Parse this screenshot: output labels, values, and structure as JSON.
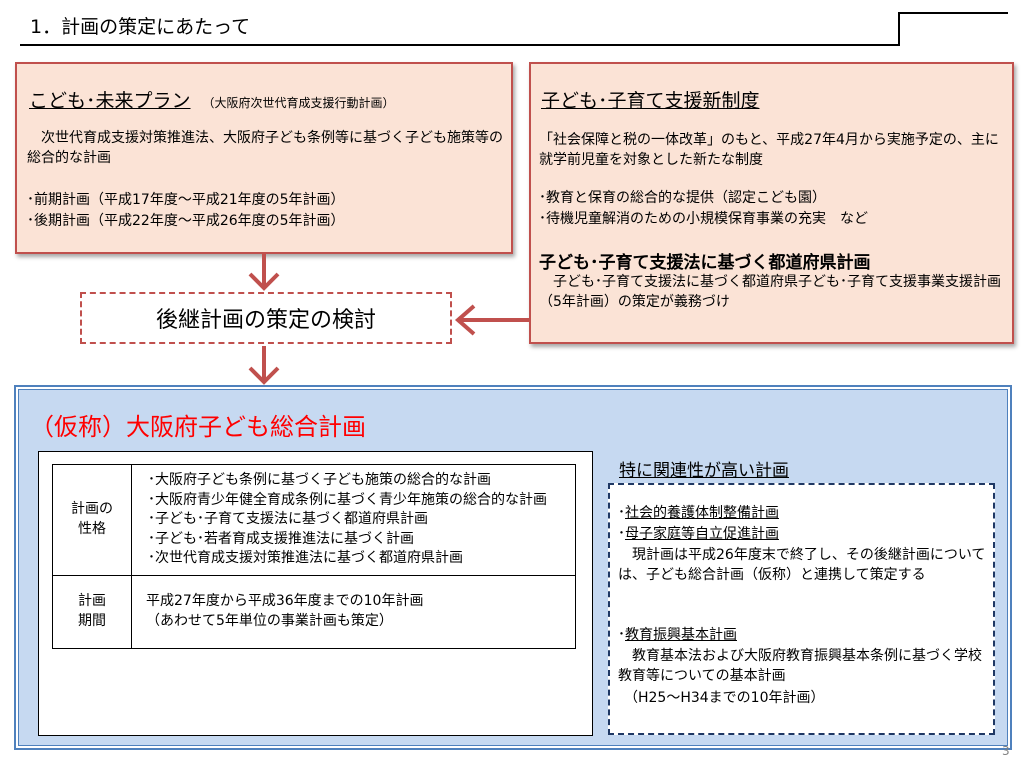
{
  "header": {
    "title": "1．計画の策定にあたって"
  },
  "left_box": {
    "title": "こども･未来プラン",
    "subtitle": "（大阪府次世代育成支援行動計画）",
    "description": "　次世代育成支援対策推進法、大阪府子ども条例等に基づく子ども施策等の総合的な計画",
    "items": [
      "･前期計画（平成17年度～平成21年度の5年計画）",
      "･後期計画（平成22年度～平成26年度の5年計画）"
    ]
  },
  "right_box": {
    "title": "子ども･子育て支援新制度",
    "description": "「社会保障と税の一体改革」のもと、平成27年4月から実施予定の、主に就学前児童を対象とした新たな制度",
    "items": [
      "･教育と保育の総合的な提供（認定こども園）",
      "･待機児童解消のための小規模保育事業の充実　など"
    ],
    "subheading": "子ども･子育て支援法に基づく都道府県計画",
    "subtext": "　子ども･子育て支援法に基づく都道府県子ども･子育て支援事業支援計画（5年計画）の策定が義務づけ"
  },
  "review": {
    "label": "後継計画の策定の検討"
  },
  "plan": {
    "title": "（仮称）大阪府子ども総合計画",
    "nature_label_1": "計画の",
    "nature_label_2": "性格",
    "nature_items": [
      "･大阪府子ども条例に基づく子ども施策の総合的な計画",
      "･大阪府青少年健全育成条例に基づく青少年施策の総合的な計画",
      "･子ども･子育て支援法に基づく都道府県計画",
      "･子ども･若者育成支援推進法に基づく計画",
      "･次世代育成支援対策推進法に基づく都道府県計画"
    ],
    "period_label_1": "計画",
    "period_label_2": "期間",
    "period_line_1": "平成27年度から平成36年度までの10年計画",
    "period_line_2": "（あわせて5年単位の事業計画も策定）"
  },
  "related": {
    "title": "特に関連性が高い計画",
    "item1": "社会的養護体制整備計画",
    "item2": "母子家庭等自立促進計画",
    "item2_desc": "　現計画は平成26年度末で終了し、その後継計画については、子ども総合計画（仮称）と連携して策定する",
    "item3": "教育振興基本計画",
    "item3_desc": "　教育基本法および大阪府教育振興基本条例に基づく学校教育等についての基本計画",
    "item3_note": "（H25～H34までの10年計画）",
    "bullet": "･"
  },
  "page_number": "3",
  "colors": {
    "accent_red": "#c0504d",
    "title_red": "#ff0000",
    "region_blue": "#c6d9f1",
    "border_blue": "#4f81bd"
  }
}
